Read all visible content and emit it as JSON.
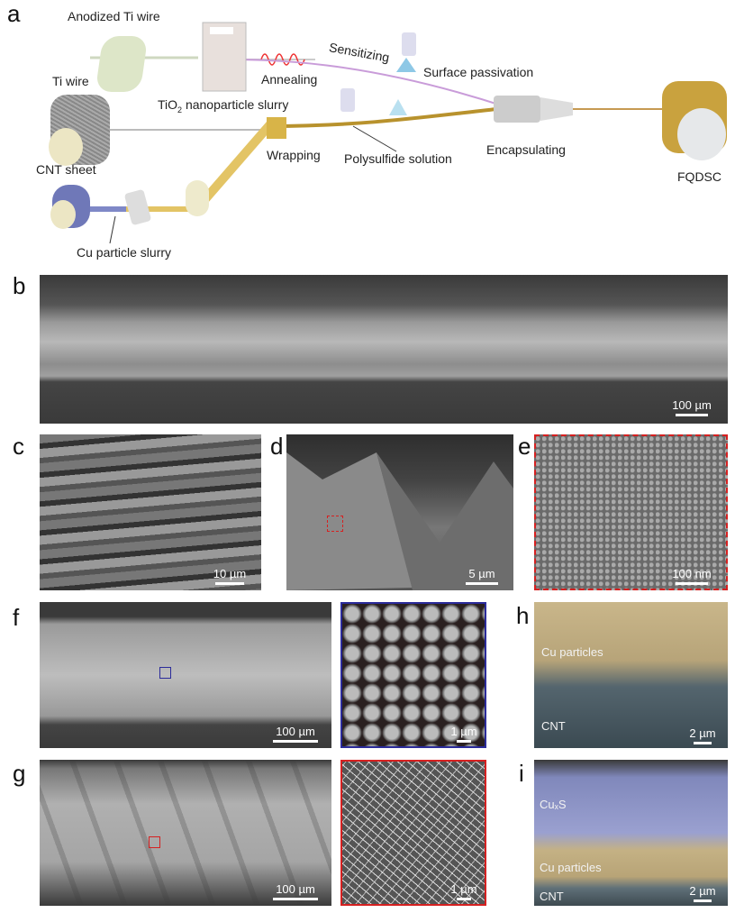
{
  "panel_labels": {
    "a": "a",
    "b": "b",
    "c": "c",
    "d": "d",
    "e": "e",
    "f": "f",
    "g": "g",
    "h": "h",
    "i": "i"
  },
  "schematic": {
    "anodized_ti_wire": "Anodized Ti wire",
    "ti_wire": "Ti wire",
    "cnt_sheet": "CNT sheet",
    "cu_particle_slurry": "Cu particle slurry",
    "annealing": "Annealing",
    "tio2_prefix": "TiO",
    "tio2_sub": "2",
    "tio2_suffix": " nanoparticle slurry",
    "sensitizing": "Sensitizing",
    "surface_passivation": "Surface passivation",
    "wrapping": "Wrapping",
    "polysulfide_solution": "Polysulfide solution",
    "encapsulating": "Encapsulating",
    "fqdsc": "FQDSC"
  },
  "scale_bars": {
    "b": "100 µm",
    "c": "10 µm",
    "d": "5 µm",
    "e": "100 nm",
    "f": "100 µm",
    "f_inset": "1 µm",
    "h": "2 µm",
    "g": "100 µm",
    "g_inset": "1 µm",
    "i": "2 µm"
  },
  "overlays": {
    "h_top": "Cu particles",
    "h_bottom": "CNT",
    "i_top": "CuₓS",
    "i_mid": "Cu particles",
    "i_bottom": "CNT"
  },
  "colors": {
    "blue_box": "#2b2b9a",
    "red_box": "#d62020"
  }
}
